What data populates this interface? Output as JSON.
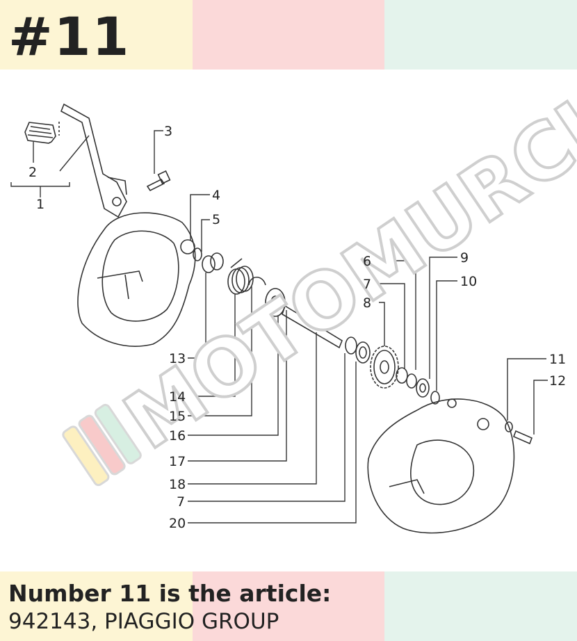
{
  "header": {
    "title": "#11"
  },
  "colors": {
    "band_1": "#fdf5d4",
    "band_2": "#fbd9d9",
    "band_3": "#e4f3ec",
    "ink": "#222222"
  },
  "diagram": {
    "callouts": [
      "1",
      "2",
      "3",
      "4",
      "5",
      "6",
      "7",
      "8",
      "9",
      "10",
      "11",
      "12",
      "13",
      "14",
      "15",
      "16",
      "17",
      "18",
      "7",
      "20"
    ],
    "watermark": "MOTOMURCIA"
  },
  "footer": {
    "line1": "Number 11 is the article:",
    "line2": "942143, PIAGGIO GROUP"
  }
}
